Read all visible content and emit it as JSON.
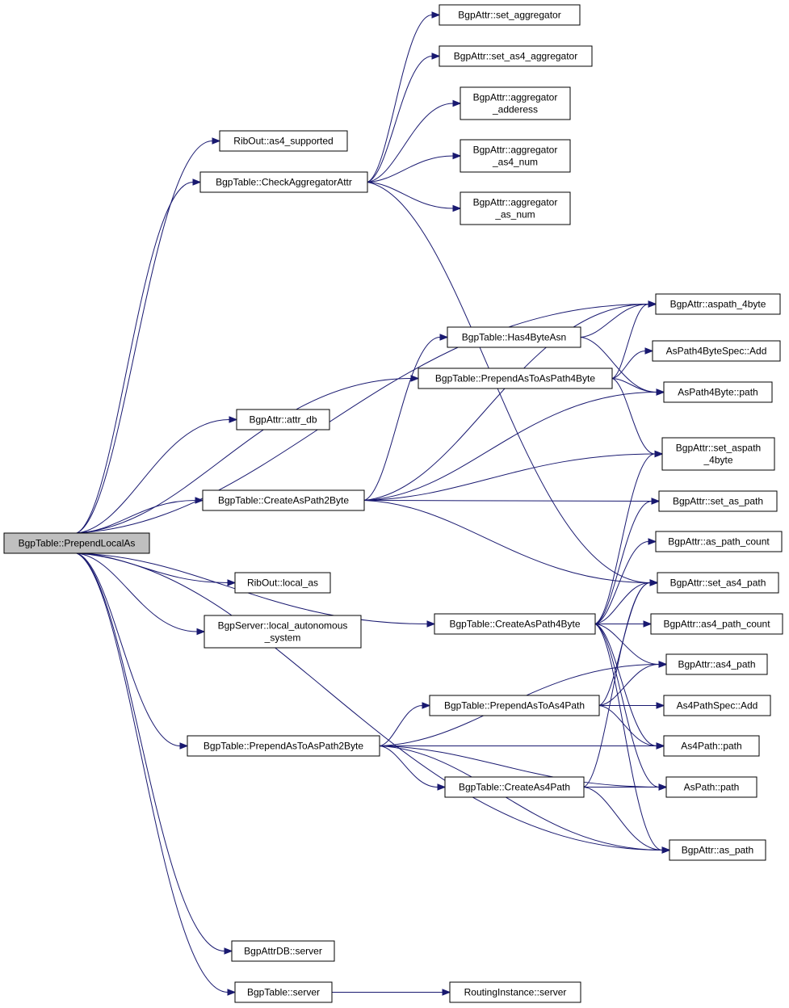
{
  "nodes": {
    "prependLocalAs": [
      "BgpTable::PrependLocalAs"
    ],
    "asAs4Supported": [
      "RibOut::as4_supported"
    ],
    "checkAggregatorAttr": [
      "BgpTable::CheckAggregatorAttr"
    ],
    "setAggregator": [
      "BgpAttr::set_aggregator"
    ],
    "setAs4Aggregator": [
      "BgpAttr::set_as4_aggregator"
    ],
    "aggregatorAdderess": [
      "BgpAttr::aggregator",
      "_adderess"
    ],
    "aggregatorAs4Num": [
      "BgpAttr::aggregator",
      "_as4_num"
    ],
    "aggregatorAsNum": [
      "BgpAttr::aggregator",
      "_as_num"
    ],
    "aspath4byte": [
      "BgpAttr::aspath_4byte"
    ],
    "has4ByteAsn": [
      "BgpTable::Has4ByteAsn"
    ],
    "as4ByteSpecAdd": [
      "AsPath4ByteSpec::Add"
    ],
    "prependAsToAsPath4Byte": [
      "BgpTable::PrependAsToAsPath4Byte"
    ],
    "asPath4BytePath": [
      "AsPath4Byte::path"
    ],
    "attrDb": [
      "BgpAttr::attr_db"
    ],
    "setAspath4byte": [
      "BgpAttr::set_aspath",
      "_4byte"
    ],
    "createAsPath2Byte": [
      "BgpTable::CreateAsPath2Byte"
    ],
    "setAsPath": [
      "BgpAttr::set_as_path"
    ],
    "asPathCount": [
      "BgpAttr::as_path_count"
    ],
    "ribOutLocalAs": [
      "RibOut::local_as"
    ],
    "setAs4Path": [
      "BgpAttr::set_as4_path"
    ],
    "createAsPath4Byte": [
      "BgpTable::CreateAsPath4Byte"
    ],
    "as4PathCount": [
      "BgpAttr::as4_path_count"
    ],
    "localAutonomousSystem": [
      "BgpServer::local_autonomous",
      "_system"
    ],
    "as4Path": [
      "BgpAttr::as4_path"
    ],
    "prependAsToAs4Path": [
      "BgpTable::PrependAsToAs4Path"
    ],
    "as4PathSpecAdd": [
      "As4PathSpec::Add"
    ],
    "prependAsToAsPath2Byte": [
      "BgpTable::PrependAsToAsPath2Byte"
    ],
    "as4PathPath": [
      "As4Path::path"
    ],
    "createAs4Path": [
      "BgpTable::CreateAs4Path"
    ],
    "asPathPath": [
      "AsPath::path"
    ],
    "bgpAttrAsPath": [
      "BgpAttr::as_path"
    ],
    "bgpAttrDbServer": [
      "BgpAttrDB::server"
    ],
    "bgpTableServer": [
      "BgpTable::server"
    ],
    "routingInstanceServer": [
      "RoutingInstance::server"
    ]
  },
  "edges": [
    [
      "prependLocalAs",
      "asAs4Supported"
    ],
    [
      "prependLocalAs",
      "checkAggregatorAttr"
    ],
    [
      "prependLocalAs",
      "aspath4byte"
    ],
    [
      "prependLocalAs",
      "attrDb"
    ],
    [
      "prependLocalAs",
      "prependAsToAsPath4Byte"
    ],
    [
      "prependLocalAs",
      "createAsPath2Byte"
    ],
    [
      "prependLocalAs",
      "ribOutLocalAs"
    ],
    [
      "prependLocalAs",
      "localAutonomousSystem"
    ],
    [
      "prependLocalAs",
      "createAsPath4Byte"
    ],
    [
      "prependLocalAs",
      "prependAsToAsPath2Byte"
    ],
    [
      "prependLocalAs",
      "bgpAttrAsPath"
    ],
    [
      "prependLocalAs",
      "bgpAttrDbServer"
    ],
    [
      "prependLocalAs",
      "bgpTableServer"
    ],
    [
      "checkAggregatorAttr",
      "setAggregator"
    ],
    [
      "checkAggregatorAttr",
      "setAs4Aggregator"
    ],
    [
      "checkAggregatorAttr",
      "aggregatorAdderess"
    ],
    [
      "checkAggregatorAttr",
      "aggregatorAs4Num"
    ],
    [
      "checkAggregatorAttr",
      "aggregatorAsNum"
    ],
    [
      "checkAggregatorAttr",
      "setAs4Path"
    ],
    [
      "has4ByteAsn",
      "aspath4byte"
    ],
    [
      "has4ByteAsn",
      "asPath4BytePath"
    ],
    [
      "prependAsToAsPath4Byte",
      "aspath4byte"
    ],
    [
      "prependAsToAsPath4Byte",
      "as4ByteSpecAdd"
    ],
    [
      "prependAsToAsPath4Byte",
      "asPath4BytePath"
    ],
    [
      "prependAsToAsPath4Byte",
      "setAspath4byte"
    ],
    [
      "createAsPath2Byte",
      "aspath4byte"
    ],
    [
      "createAsPath2Byte",
      "has4ByteAsn"
    ],
    [
      "createAsPath2Byte",
      "asPath4BytePath"
    ],
    [
      "createAsPath2Byte",
      "setAspath4byte"
    ],
    [
      "createAsPath2Byte",
      "setAsPath"
    ],
    [
      "createAsPath2Byte",
      "setAs4Path"
    ],
    [
      "createAsPath4Byte",
      "setAspath4byte"
    ],
    [
      "createAsPath4Byte",
      "asPathCount"
    ],
    [
      "createAsPath4Byte",
      "setAs4Path"
    ],
    [
      "createAsPath4Byte",
      "as4PathCount"
    ],
    [
      "createAsPath4Byte",
      "as4Path"
    ],
    [
      "createAsPath4Byte",
      "as4PathPath"
    ],
    [
      "createAsPath4Byte",
      "asPathPath"
    ],
    [
      "createAsPath4Byte",
      "bgpAttrAsPath"
    ],
    [
      "createAsPath4Byte",
      "setAsPath"
    ],
    [
      "prependAsToAs4Path",
      "as4Path"
    ],
    [
      "prependAsToAs4Path",
      "as4PathSpecAdd"
    ],
    [
      "prependAsToAs4Path",
      "as4PathPath"
    ],
    [
      "prependAsToAs4Path",
      "setAs4Path"
    ],
    [
      "prependAsToAsPath2Byte",
      "as4Path"
    ],
    [
      "prependAsToAsPath2Byte",
      "prependAsToAs4Path"
    ],
    [
      "prependAsToAsPath2Byte",
      "as4PathPath"
    ],
    [
      "prependAsToAsPath2Byte",
      "createAs4Path"
    ],
    [
      "prependAsToAsPath2Byte",
      "asPathPath"
    ],
    [
      "prependAsToAsPath2Byte",
      "bgpAttrAsPath"
    ],
    [
      "createAs4Path",
      "asPathPath"
    ],
    [
      "createAs4Path",
      "bgpAttrAsPath"
    ],
    [
      "createAs4Path",
      "setAs4Path"
    ],
    [
      "bgpTableServer",
      "routingInstanceServer"
    ]
  ],
  "colors": {
    "edge": "#191970",
    "root_fill": "#bfbfbf",
    "node_fill": "#ffffff",
    "node_border": "#000000"
  }
}
